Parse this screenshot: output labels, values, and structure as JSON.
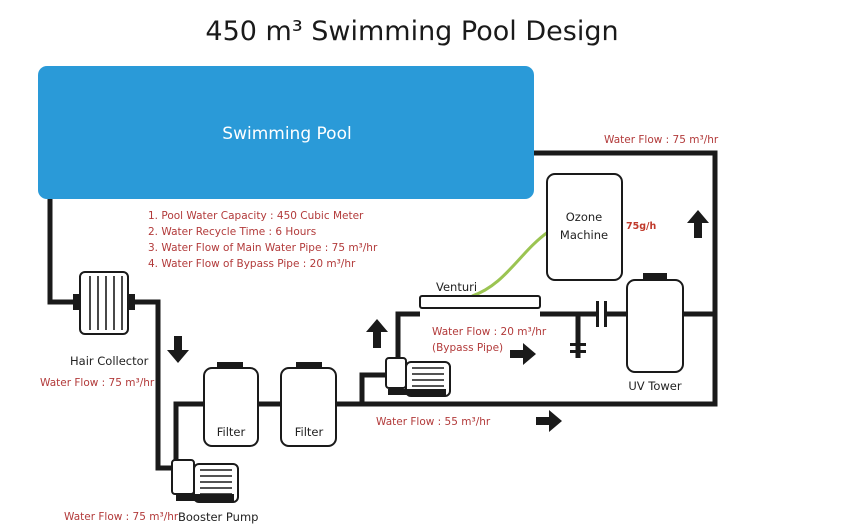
{
  "title": "450 m³ Swimming Pool Design",
  "colors": {
    "pool": "#2a9ad8",
    "pipe": "#1a1a1a",
    "note": "#b23a3a",
    "ozone_line": "#9bc452"
  },
  "pool": {
    "label": "Swimming Pool"
  },
  "notes": [
    "1. Pool Water Capacity : 450 Cubic Meter",
    "2. Water Recycle Time : 6 Hours",
    "3. Water Flow of Main Water Pipe : 75 m³/hr",
    "4. Water Flow of Bypass Pipe : 20 m³/hr"
  ],
  "components": {
    "hair_collector": "Hair Collector",
    "filter_1": "Filter",
    "filter_2": "Filter",
    "booster_pump": "Booster Pump",
    "venturi": "Venturi",
    "ozone_machine_1": "Ozone",
    "ozone_machine_2": "Machine",
    "uv_tower": "UV Tower"
  },
  "flows": {
    "top_return": "Water Flow : 75 m³/hr",
    "after_collector": "Water Flow : 75 m³/hr",
    "pump_inlet": "Water Flow : 75 m³/hr",
    "main_line": "Water Flow : 55 m³/hr",
    "bypass_1": "Water Flow : 20 m³/hr",
    "bypass_2": "(Bypass Pipe)"
  },
  "ozone_rate": "75g/h"
}
